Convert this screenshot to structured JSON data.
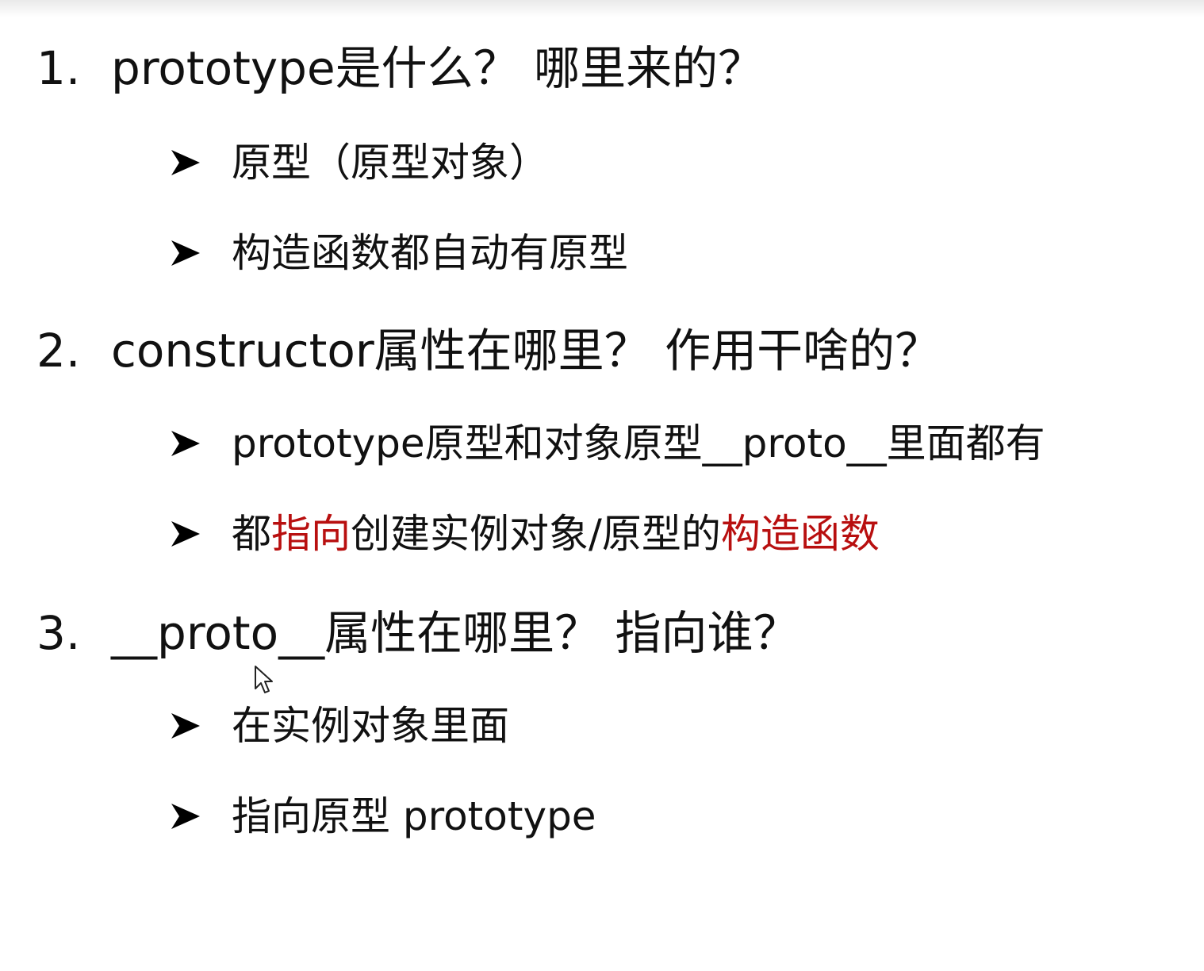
{
  "colors": {
    "text": "#111111",
    "highlight": "#b80f0f",
    "background": "#ffffff"
  },
  "sections": [
    {
      "number": "1.",
      "title": "prototype是什么？ 哪里来的？",
      "bullets": [
        {
          "text": "原型（原型对象）"
        },
        {
          "text": "构造函数都自动有原型"
        }
      ]
    },
    {
      "number": "2.",
      "title": "constructor属性在哪里？ 作用干啥的？",
      "bullets": [
        {
          "text": "prototype原型和对象原型__proto__里面都有"
        },
        {
          "parts": [
            "都",
            "指向",
            "创建实例对象/原型的",
            "构造函数"
          ]
        }
      ]
    },
    {
      "number": "3.",
      "title": "__proto__属性在哪里？ 指向谁？",
      "bullets": [
        {
          "text": "在实例对象里面"
        },
        {
          "text": "指向原型 prototype"
        }
      ]
    }
  ],
  "icons": {
    "bullet": "arrowhead-bullet-icon",
    "pointer": "mouse-cursor-icon"
  }
}
